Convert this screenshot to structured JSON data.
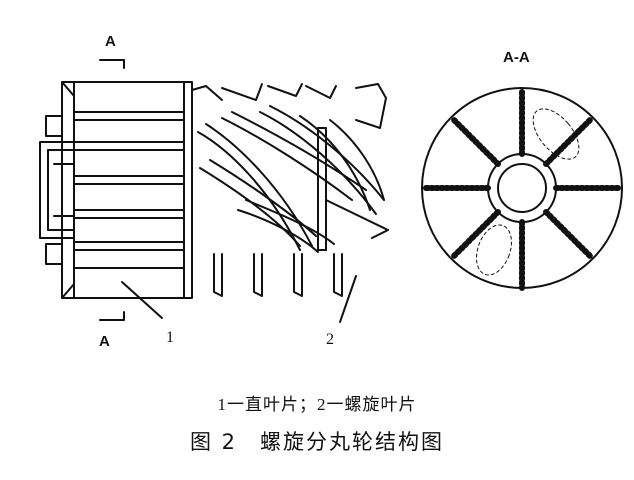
{
  "labels": {
    "section_top": "A",
    "section_bottom": "A",
    "section_view": "A-A",
    "part_1": "1",
    "part_2": "2"
  },
  "legend": "1一直叶片；2一螺旋叶片",
  "caption": "图 2　螺旋分丸轮结构图"
}
